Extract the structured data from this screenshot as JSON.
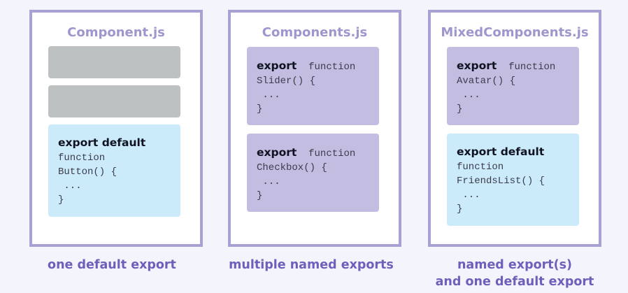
{
  "panels": [
    {
      "filename": "Component.js",
      "default_block": {
        "keyword": "export default",
        "lines": [
          "function",
          "Button() {",
          " ...",
          "}"
        ]
      },
      "caption": "one default export"
    },
    {
      "filename": "Components.js",
      "named_blocks": [
        {
          "keyword": "export",
          "code": "function",
          "lines": [
            "Slider() {",
            " ...",
            "}"
          ]
        },
        {
          "keyword": "export",
          "code": "function",
          "lines": [
            "Checkbox() {",
            " ...",
            "}"
          ]
        }
      ],
      "caption": "multiple named exports"
    },
    {
      "filename": "MixedComponents.js",
      "named_blocks": [
        {
          "keyword": "export",
          "code": "function",
          "lines": [
            "Avatar() {",
            " ...",
            "}"
          ]
        }
      ],
      "default_block": {
        "keyword": "export default",
        "lines": [
          "function",
          "FriendsList() {",
          " ...",
          "}"
        ]
      },
      "caption_lines": [
        "named export(s)",
        "and one default export"
      ]
    }
  ],
  "colors": {
    "background": "#f4f4fd",
    "panel_border": "#a8a1d3",
    "title": "#9d97cd",
    "placeholder_block": "#bdc1c1",
    "named_block": "#c2bde1",
    "default_block": "#cbebfa",
    "caption": "#6e5fba"
  }
}
